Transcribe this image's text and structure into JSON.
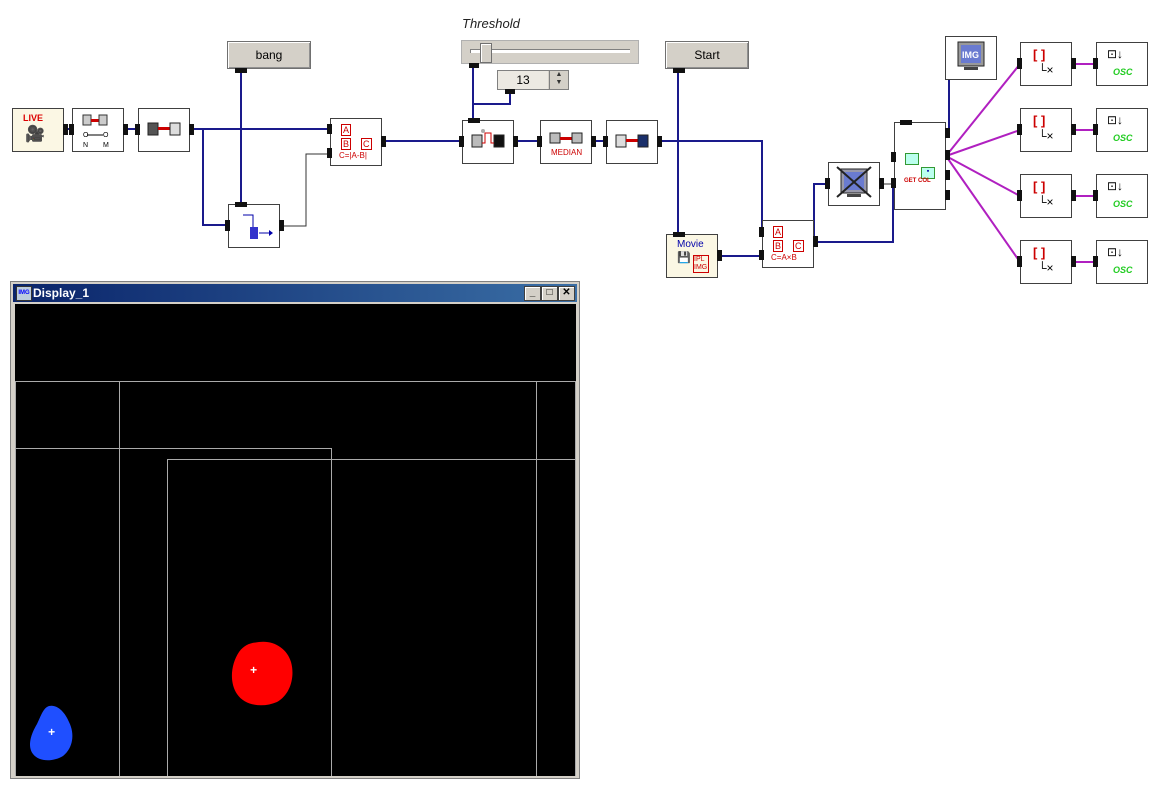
{
  "labels": {
    "threshold": "Threshold",
    "threshold_value": "13",
    "bang": "bang",
    "start": "Start",
    "median": "MEDIAN",
    "abs_diff": "C=|A-B|",
    "multiply": "C=A×B",
    "movie": "Movie",
    "live": "LIVE",
    "ipl_img": "IPL IMG",
    "img": "IMG",
    "get_col": "GET COL",
    "osc": "OSC",
    "a": "A",
    "b": "B",
    "c": "C"
  },
  "display": {
    "title": "Display_1",
    "minimize": "_",
    "maximize": "□",
    "close": "✕"
  },
  "colors": {
    "wire_blue": "#1a1a8c",
    "wire_magenta": "#b020c0",
    "blob_red": "#ff0000",
    "blob_blue": "#1f4fff"
  }
}
